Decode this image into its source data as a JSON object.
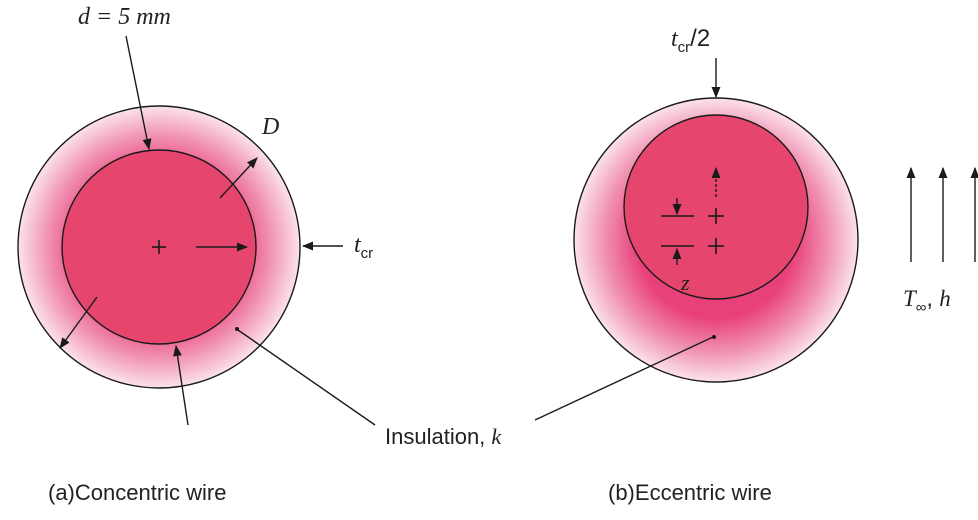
{
  "figure_a": {
    "wire_diameter_label": "d = 5 mm",
    "outer_diameter_label": "D",
    "thickness_label_main": "t",
    "thickness_label_sub": "cr",
    "caption_prefix": "(a)",
    "caption_text": "Concentric wire"
  },
  "figure_b": {
    "half_thickness_main": "t",
    "half_thickness_sub": "cr",
    "half_thickness_suffix": "/2",
    "offset_label": "z",
    "caption_prefix": "(b)",
    "caption_text": "Eccentric wire"
  },
  "shared": {
    "insulation_text": "Insulation, ",
    "insulation_k": "k"
  },
  "flow": {
    "temp_main": "T",
    "temp_sub": "∞",
    "separator": ", ",
    "h_label": "h"
  },
  "colors": {
    "wire": "#e6466e",
    "insulation_inner": "#e8407a",
    "insulation_outer": "#fbe2ec",
    "outline": "#1a1a1a"
  }
}
